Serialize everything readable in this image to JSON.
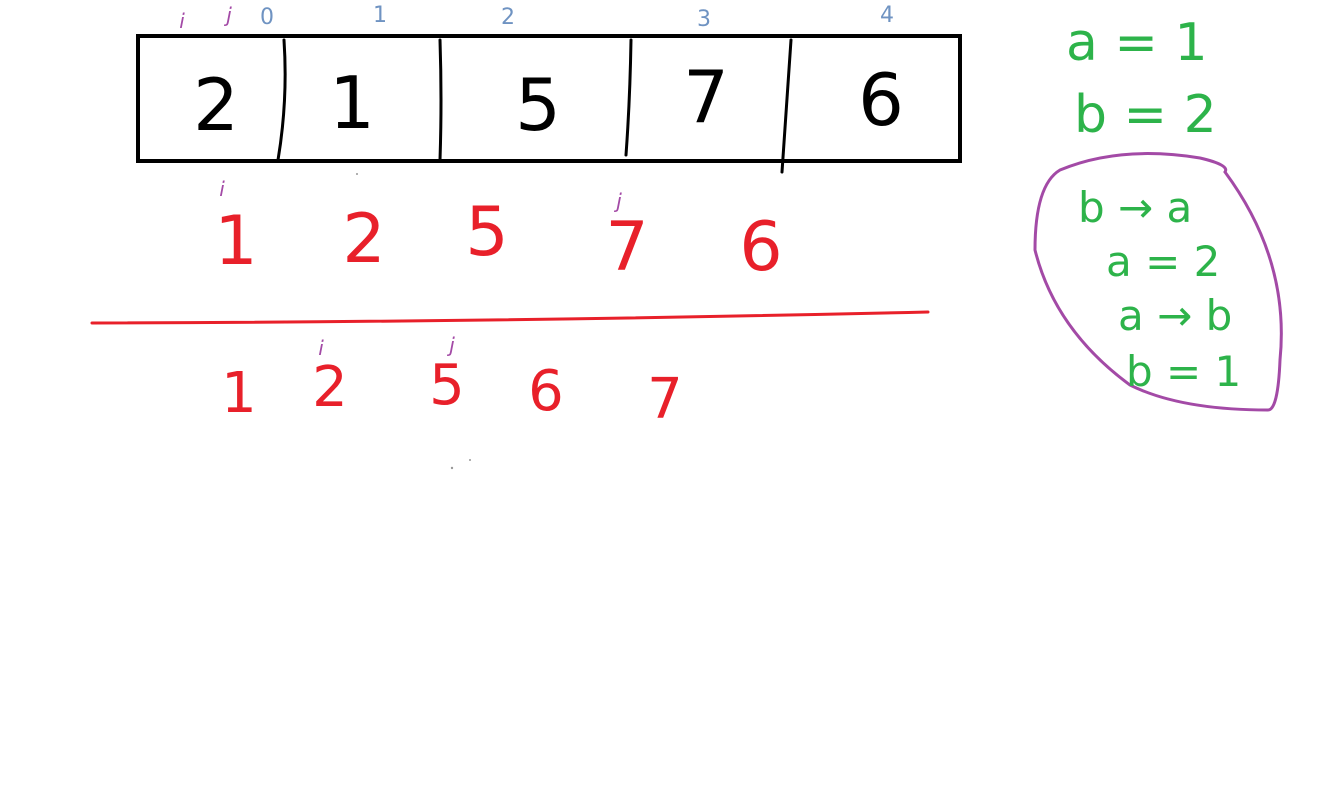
{
  "colors": {
    "black": "#000000",
    "red": "#e8202a",
    "purple": "#a34aa6",
    "blue": "#6f93c2",
    "green": "#2db34a"
  },
  "array": {
    "indices": [
      "0",
      "1",
      "2",
      "3",
      "4"
    ],
    "values": [
      "2",
      "1",
      "5",
      "7",
      "6"
    ],
    "top_markers": {
      "i": "i",
      "j": "j"
    }
  },
  "row1": {
    "values": [
      "1",
      "2",
      "5",
      "7",
      "6"
    ],
    "markers": {
      "i": "i",
      "j": "j"
    }
  },
  "row2": {
    "values": [
      "1",
      "2",
      "5",
      "6",
      "7"
    ],
    "markers": {
      "i": "i",
      "j": "j"
    }
  },
  "swap_notes": {
    "initial": [
      "a = 1",
      "b = 2"
    ],
    "steps": [
      "b → a",
      "a = 2",
      "a → b",
      "b = 1"
    ]
  }
}
